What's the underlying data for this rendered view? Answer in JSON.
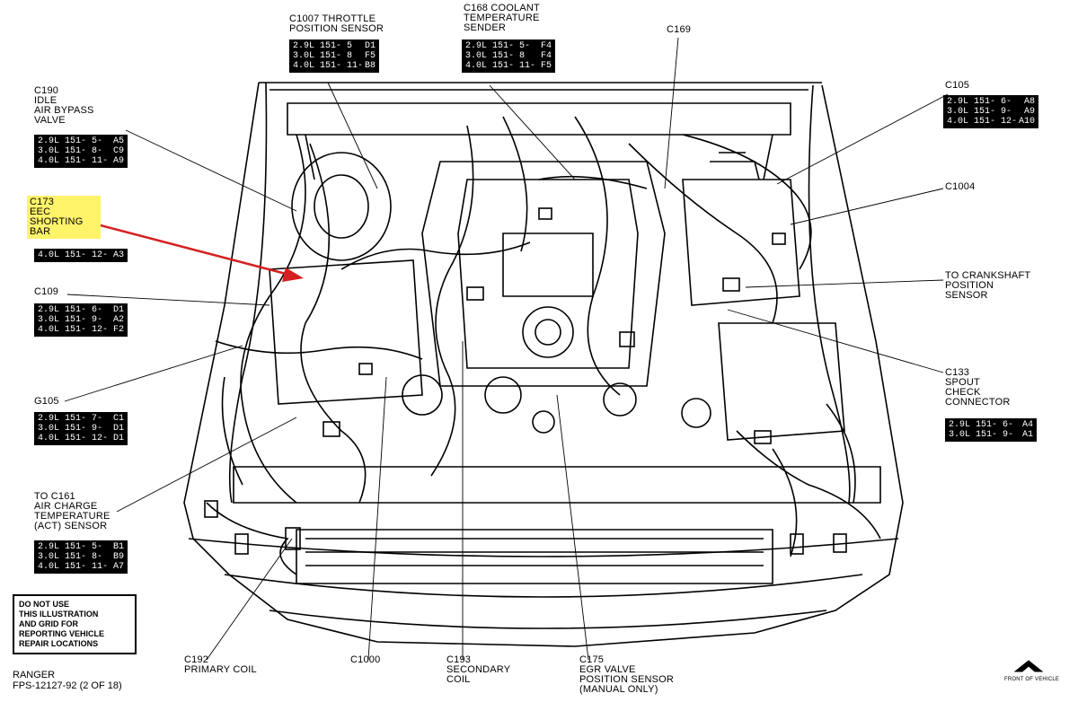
{
  "callouts": {
    "c1007": {
      "lines": [
        "C1007 THROTTLE",
        "POSITION SENSOR"
      ],
      "rows": [
        [
          "2.9L 151- 5",
          "D1"
        ],
        [
          "3.0L 151- 8",
          "F5"
        ],
        [
          "4.0L 151- 11-",
          "B8"
        ]
      ]
    },
    "c168": {
      "lines": [
        "C168 COOLANT",
        "TEMPERATURE",
        "SENDER"
      ],
      "rows": [
        [
          "2.9L 151- 5-",
          "F4"
        ],
        [
          "3.0L 151- 8",
          "F4"
        ],
        [
          "4.0L 151- 11-",
          "F5"
        ]
      ]
    },
    "c169": {
      "lines": [
        "C169"
      ]
    },
    "c190": {
      "lines": [
        "C190",
        "IDLE",
        "AIR BYPASS",
        "VALVE"
      ],
      "rows": [
        [
          "2.9L 151- 5-",
          "A5"
        ],
        [
          "3.0L 151- 8-",
          "C9"
        ],
        [
          "4.0L 151- 11-",
          "A9"
        ]
      ]
    },
    "c105": {
      "lines": [
        "C105"
      ],
      "rows": [
        [
          "2.9L 151- 6-",
          "A8"
        ],
        [
          "3.0L 151- 9-",
          "A9"
        ],
        [
          "4.0L 151- 12-",
          "A10"
        ]
      ]
    },
    "c173": {
      "lines": [
        "C173",
        "EEC",
        "SHORTING",
        "BAR"
      ],
      "rows": [
        [
          "4.0L 151- 12-",
          "A3"
        ]
      ]
    },
    "c1004": {
      "lines": [
        "C1004"
      ]
    },
    "crank": {
      "lines": [
        "TO CRANKSHAFT",
        "POSITION",
        "SENSOR"
      ]
    },
    "c109": {
      "lines": [
        "C109"
      ],
      "rows": [
        [
          "2.9L 151- 6-",
          "D1"
        ],
        [
          "3.0L 151- 9-",
          "A2"
        ],
        [
          "4.0L 151- 12-",
          "F2"
        ]
      ]
    },
    "c133": {
      "lines": [
        "C133",
        "SPOUT",
        "CHECK",
        "CONNECTOR"
      ],
      "rows": [
        [
          "2.9L 151- 6-",
          "A4"
        ],
        [
          "3.0L 151- 9-",
          "A1"
        ]
      ]
    },
    "g105": {
      "lines": [
        "G105"
      ],
      "rows": [
        [
          "2.9L 151- 7-",
          "C1"
        ],
        [
          "3.0L 151- 9-",
          "D1"
        ],
        [
          "4.0L 151- 12-",
          "D1"
        ]
      ]
    },
    "c161": {
      "lines": [
        "TO C161",
        "AIR CHARGE",
        "TEMPERATURE",
        "(ACT) SENSOR"
      ],
      "rows": [
        [
          "2.9L 151- 5-",
          "B1"
        ],
        [
          "3.0L 151- 8-",
          "B9"
        ],
        [
          "4.0L 151- 11-",
          "A7"
        ]
      ]
    },
    "c192": {
      "lines": [
        "C192",
        "PRIMARY COIL"
      ]
    },
    "c1000": {
      "lines": [
        "C1000"
      ]
    },
    "c193": {
      "lines": [
        "C193",
        "SECONDARY",
        "COIL"
      ]
    },
    "c175": {
      "lines": [
        "C175",
        "EGR VALVE",
        "POSITION SENSOR",
        "(MANUAL ONLY)"
      ]
    }
  },
  "notice": [
    "DO NOT USE",
    "THIS ILLUSTRATION",
    "AND GRID FOR",
    "REPORTING VEHICLE",
    "REPAIR LOCATIONS"
  ],
  "footer": {
    "model": "RANGER",
    "figure": "FPS-12127-92 (2 OF 18)"
  },
  "front_mark": "FRONT OF VEHICLE",
  "colors": {
    "highlight": "#fff36a",
    "arrow": "#d42020",
    "table_bg": "#000000"
  }
}
